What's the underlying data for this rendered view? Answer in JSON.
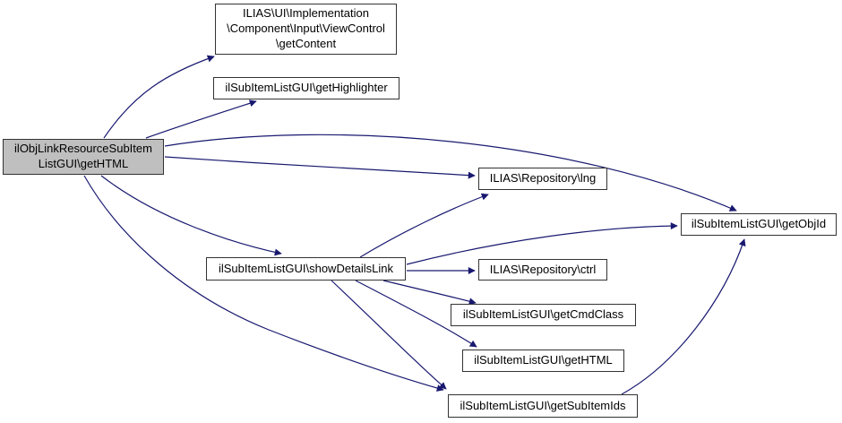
{
  "diagram": {
    "type": "call-graph",
    "colors": {
      "background": "#ffffff",
      "edge": "#191970",
      "node_border": "#333333",
      "node_fill": "#ffffff",
      "highlight_node_fill": "#bfbfbf",
      "text": "#000000"
    },
    "nodes": {
      "main_gethtml": {
        "label": "ilObjLinkResourceSubItem\nListGUI\\getHTML",
        "highlighted": true
      },
      "get_content": {
        "label": "ILIAS\\UI\\Implementation\n\\Component\\Input\\ViewControl\n\\getContent"
      },
      "get_highlighter": {
        "label": "ilSubItemListGUI\\getHighlighter"
      },
      "lng": {
        "label": "ILIAS\\Repository\\lng"
      },
      "get_obj_id": {
        "label": "ilSubItemListGUI\\getObjId"
      },
      "show_details_link": {
        "label": "ilSubItemListGUI\\showDetailsLink"
      },
      "ctrl": {
        "label": "ILIAS\\Repository\\ctrl"
      },
      "get_cmd_class": {
        "label": "ilSubItemListGUI\\getCmdClass"
      },
      "get_html": {
        "label": "ilSubItemListGUI\\getHTML"
      },
      "get_sub_item_ids": {
        "label": "ilSubItemListGUI\\getSubItemIds"
      }
    },
    "edges": [
      {
        "from": "main_gethtml",
        "to": "get_content"
      },
      {
        "from": "main_gethtml",
        "to": "get_highlighter"
      },
      {
        "from": "main_gethtml",
        "to": "lng"
      },
      {
        "from": "main_gethtml",
        "to": "get_obj_id"
      },
      {
        "from": "main_gethtml",
        "to": "show_details_link"
      },
      {
        "from": "main_gethtml",
        "to": "get_sub_item_ids"
      },
      {
        "from": "show_details_link",
        "to": "lng"
      },
      {
        "from": "show_details_link",
        "to": "get_obj_id"
      },
      {
        "from": "show_details_link",
        "to": "ctrl"
      },
      {
        "from": "show_details_link",
        "to": "get_cmd_class"
      },
      {
        "from": "show_details_link",
        "to": "get_html"
      },
      {
        "from": "show_details_link",
        "to": "get_sub_item_ids"
      },
      {
        "from": "get_sub_item_ids",
        "to": "get_obj_id"
      }
    ]
  }
}
